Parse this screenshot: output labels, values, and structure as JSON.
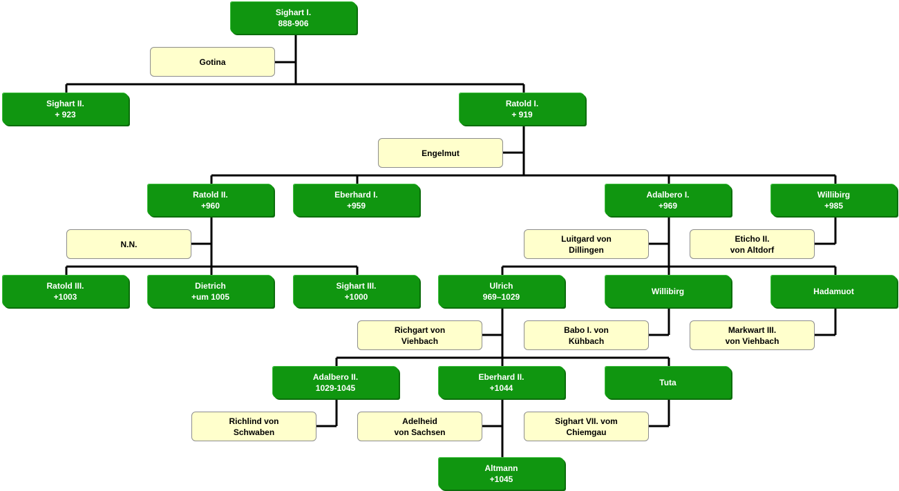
{
  "colors": {
    "person_fill": "#109610",
    "person_text": "#ffffff",
    "spouse_fill": "#ffffcc",
    "spouse_text": "#000000",
    "connector": "#000000"
  },
  "nodes": {
    "sighart1": {
      "name": "Sighart I.",
      "dates": "888-906"
    },
    "gotina": {
      "name": "Gotina"
    },
    "sighart2": {
      "name": "Sighart II.",
      "dates": "+ 923"
    },
    "ratold1": {
      "name": "Ratold I.",
      "dates": "+ 919"
    },
    "engelmut": {
      "name": "Engelmut"
    },
    "ratold2": {
      "name": "Ratold II.",
      "dates": "+960"
    },
    "eberhard1": {
      "name": "Eberhard I.",
      "dates": "+959"
    },
    "adalbero1": {
      "name": "Adalbero I.",
      "dates": "+969"
    },
    "willibirg1": {
      "name": "Willibirg",
      "dates": "+985"
    },
    "nn": {
      "name": "N.N."
    },
    "luitgard": {
      "name": "Luitgard von",
      "dates": "Dillingen"
    },
    "eticho": {
      "name": "Eticho II.",
      "dates": "von Altdorf"
    },
    "ratold3": {
      "name": "Ratold III.",
      "dates": "+1003"
    },
    "dietrich": {
      "name": "Dietrich",
      "dates": "+um 1005"
    },
    "sighart3": {
      "name": "Sighart III.",
      "dates": "+1000"
    },
    "ulrich": {
      "name": "Ulrich",
      "dates": "969–1029"
    },
    "willibirg2": {
      "name": "Willibirg"
    },
    "hadamuot": {
      "name": "Hadamuot"
    },
    "richgart": {
      "name": "Richgart von",
      "dates": "Viehbach"
    },
    "babo": {
      "name": "Babo I. von",
      "dates": "Kühbach"
    },
    "markwart": {
      "name": "Markwart III.",
      "dates": "von Viehbach"
    },
    "adalbero2": {
      "name": "Adalbero II.",
      "dates": "1029-1045"
    },
    "eberhard2": {
      "name": "Eberhard II.",
      "dates": "+1044"
    },
    "tuta": {
      "name": "Tuta"
    },
    "richlind": {
      "name": "Richlind von",
      "dates": "Schwaben"
    },
    "adelheid": {
      "name": "Adelheid",
      "dates": "von Sachsen"
    },
    "sighart7": {
      "name": "Sighart VII. vom",
      "dates": "Chiemgau"
    },
    "altmann": {
      "name": "Altmann",
      "dates": "+1045"
    }
  }
}
